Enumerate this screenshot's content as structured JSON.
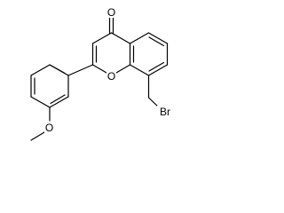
{
  "structure": {
    "atoms": {
      "carbonyl_oxygen": "O",
      "ring_oxygen": "O",
      "bromine": "Br",
      "methoxy_oxygen": "O"
    }
  }
}
